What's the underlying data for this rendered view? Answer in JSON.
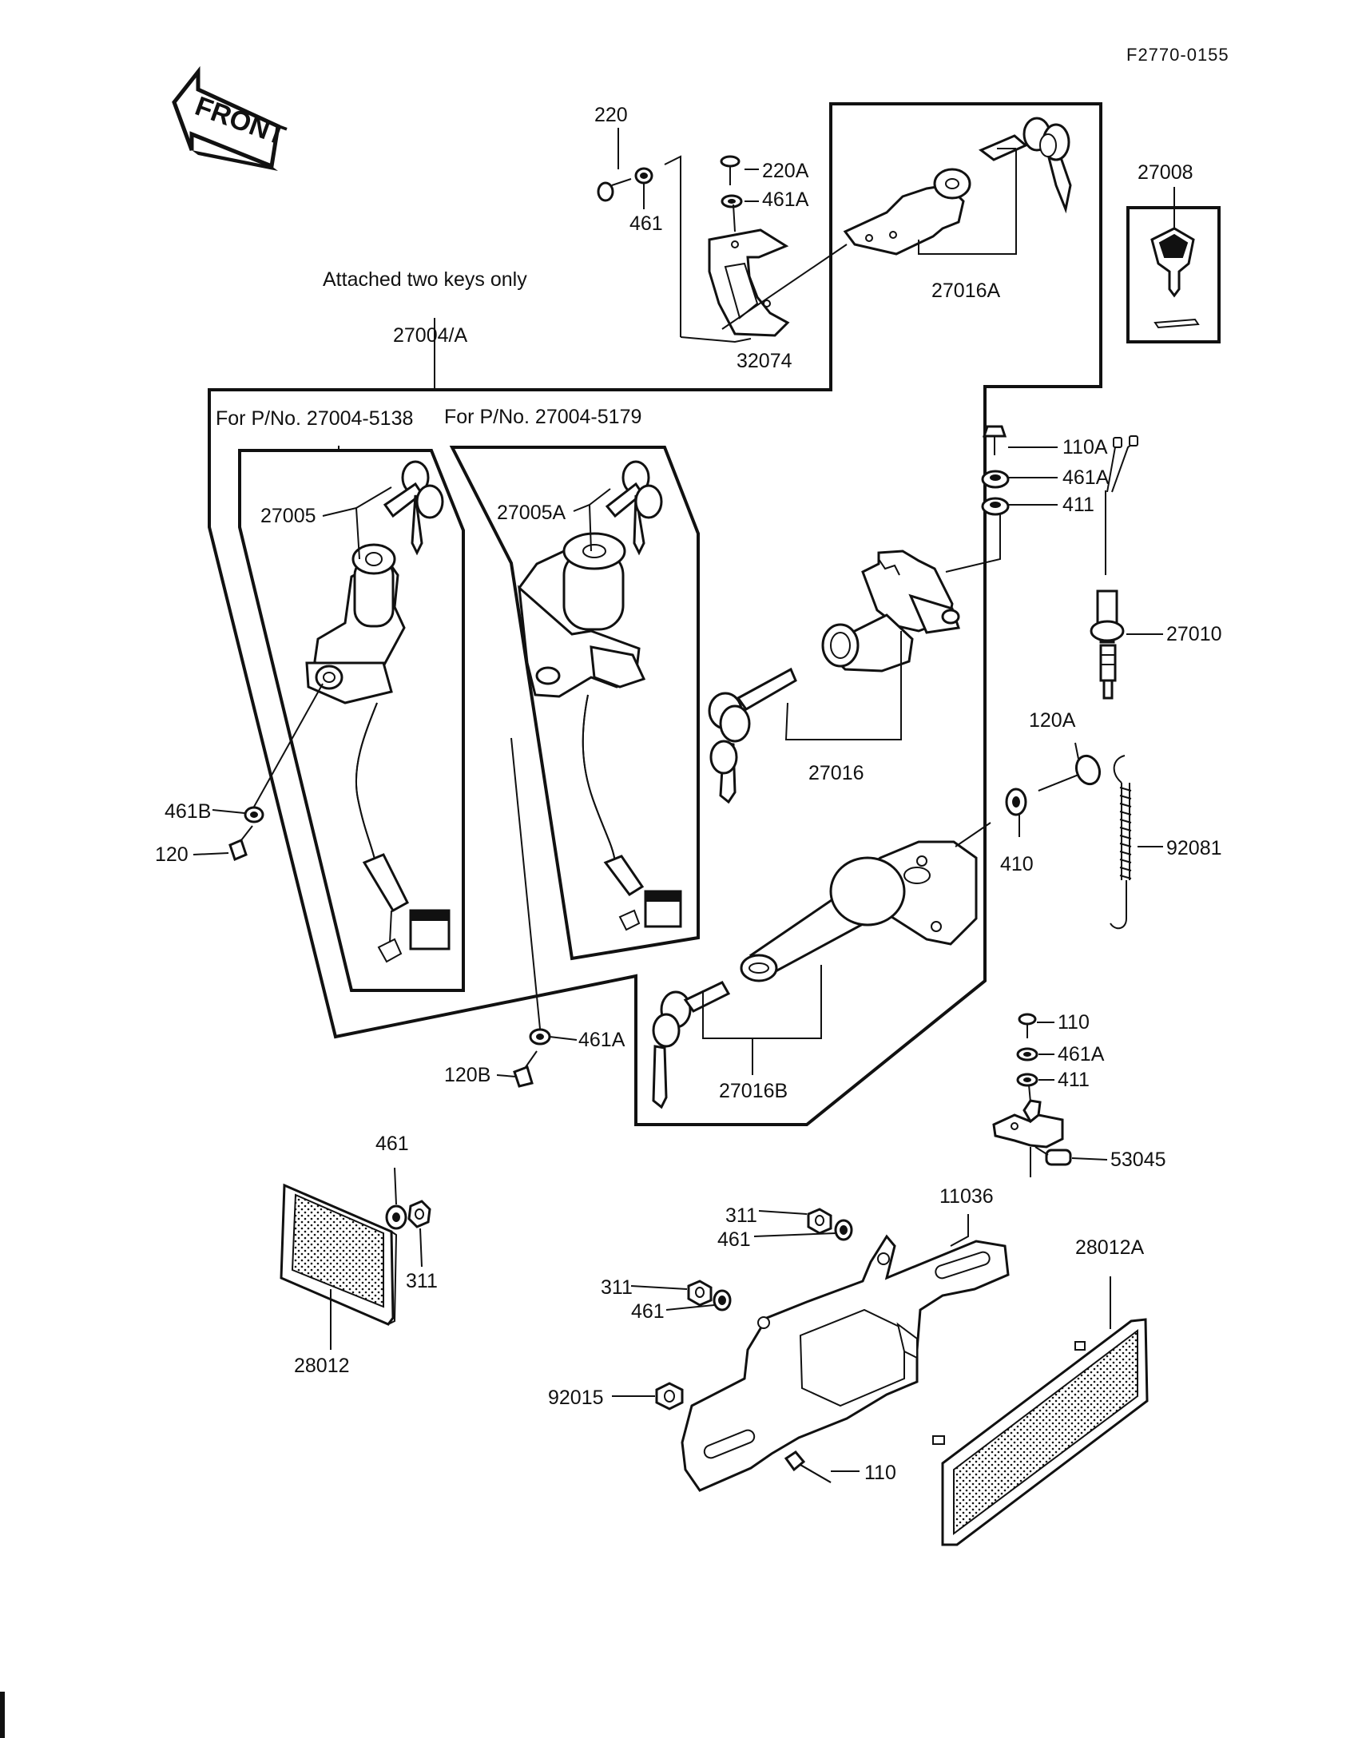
{
  "document_code": "F2770-0155",
  "front_arrow_label": "FRONT",
  "group_notes": {
    "attached_keys": "Attached two keys only",
    "kit_27004A": "27004/A",
    "variant_5138": "For P/No. 27004-5138",
    "variant_5179": "For P/No. 27004-5179"
  },
  "callouts": {
    "p220": "220",
    "p461_top": "461",
    "p220A": "220A",
    "p461A_top": "461A",
    "p32074": "32074",
    "p27016A": "27016A",
    "p27008": "27008",
    "p27005": "27005",
    "p27005A": "27005A",
    "p110A": "110A",
    "p461A_right": "461A",
    "p411_right": "411",
    "p27010": "27010",
    "p27016": "27016",
    "p120A": "120A",
    "p410": "410",
    "p92081": "92081",
    "p461B": "461B",
    "p120": "120",
    "p461A_mid": "461A",
    "p120B": "120B",
    "p27016B": "27016B",
    "p110_upper": "110",
    "p461A_lower": "461A",
    "p411_lower": "411",
    "p53045": "53045",
    "p461_left": "461",
    "p311_left": "311",
    "p28012": "28012",
    "p11036": "11036",
    "p311_a": "311",
    "p461_a": "461",
    "p311_b": "311",
    "p461_b": "461",
    "p92015": "92015",
    "p110_lower": "110",
    "p28012A": "28012A"
  }
}
